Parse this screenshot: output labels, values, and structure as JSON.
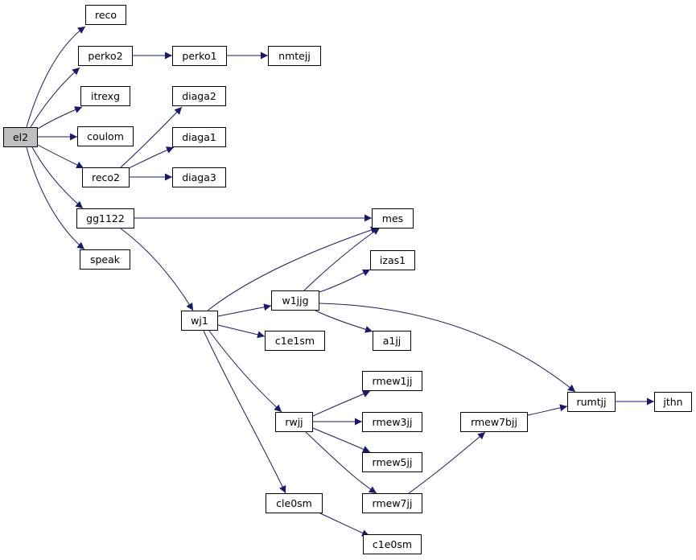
{
  "graph": {
    "edge_color": "#191970",
    "root_fill": "#bfbfbf",
    "nodes": {
      "el2": "el2",
      "reco": "reco",
      "perko2": "perko2",
      "perko1": "perko1",
      "nmtejj": "nmtejj",
      "itrexg": "itrexg",
      "diaga2": "diaga2",
      "coulom": "coulom",
      "diaga1": "diaga1",
      "reco2": "reco2",
      "diaga3": "diaga3",
      "gg1122": "gg1122",
      "mes": "mes",
      "speak": "speak",
      "izas1": "izas1",
      "w1jjg": "w1jjg",
      "wj1": "wj1",
      "c1e1sm": "c1e1sm",
      "a1jj": "a1jj",
      "rmew1jj": "rmew1jj",
      "rumtjj": "rumtjj",
      "jthn": "jthn",
      "rmew7bjj": "rmew7bjj",
      "rwjj": "rwjj",
      "rmew3jj": "rmew3jj",
      "rmew5jj": "rmew5jj",
      "rmew7jj": "rmew7jj",
      "cle0sm": "cle0sm",
      "c1e0sm": "c1e0sm"
    }
  }
}
